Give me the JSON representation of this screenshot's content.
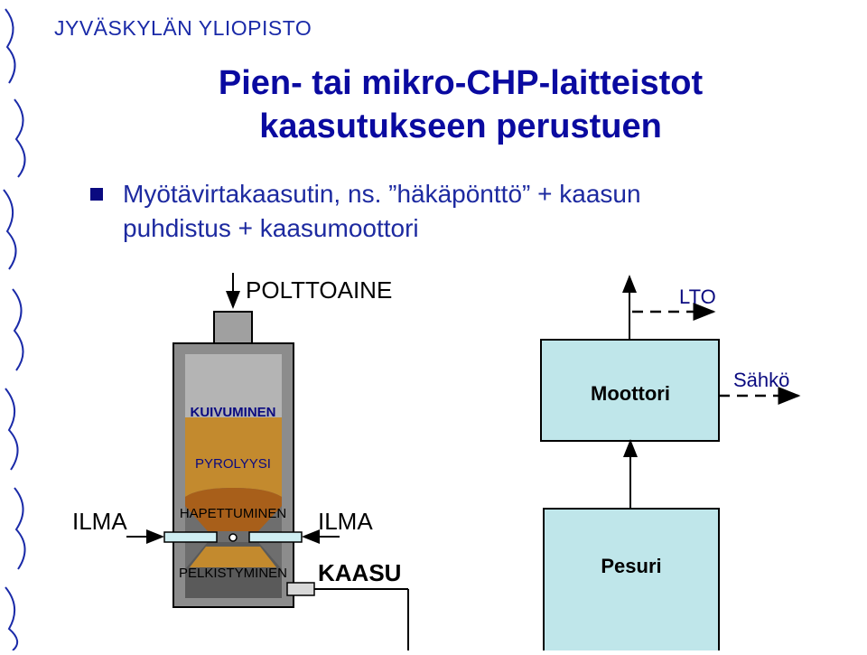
{
  "header": {
    "university": "JYVÄSKYLÄN YLIOPISTO"
  },
  "slide": {
    "title_line1": "Pien- tai mikro-CHP-laitteistot",
    "title_line2": "kaasutukseen perustuen",
    "bullet_line1": "Myötävirtakaasutin, ns. ”häkäpönttö” + kaasun",
    "bullet_line2": "puhdistus + kaasumoottori"
  },
  "diagram": {
    "fuel_label": "POLTTOAINE",
    "lto_label": "LTO",
    "engine_label": "Moottori",
    "electricity_label": "Sähkö",
    "drying_label": "KUIVUMINEN",
    "pyrolysis_label": "PYROLYYSI",
    "oxidation_label": "HAPETTUMINEN",
    "reduction_label": "PELKISTYMINEN",
    "air_left_label": "ILMA",
    "air_right_label": "ILMA",
    "gas_label": "KAASU",
    "scrubber_label": "Pesuri",
    "colors": {
      "box_fill": "#bfe6ea",
      "gasifier_shell": "#8c8c8c",
      "drying_fill": "#b4b4b4",
      "pyrolysis_fill": "#c38a2e",
      "reduction_fill": "#5a5a5a",
      "nozzle_fill": "#cfeef2"
    }
  }
}
